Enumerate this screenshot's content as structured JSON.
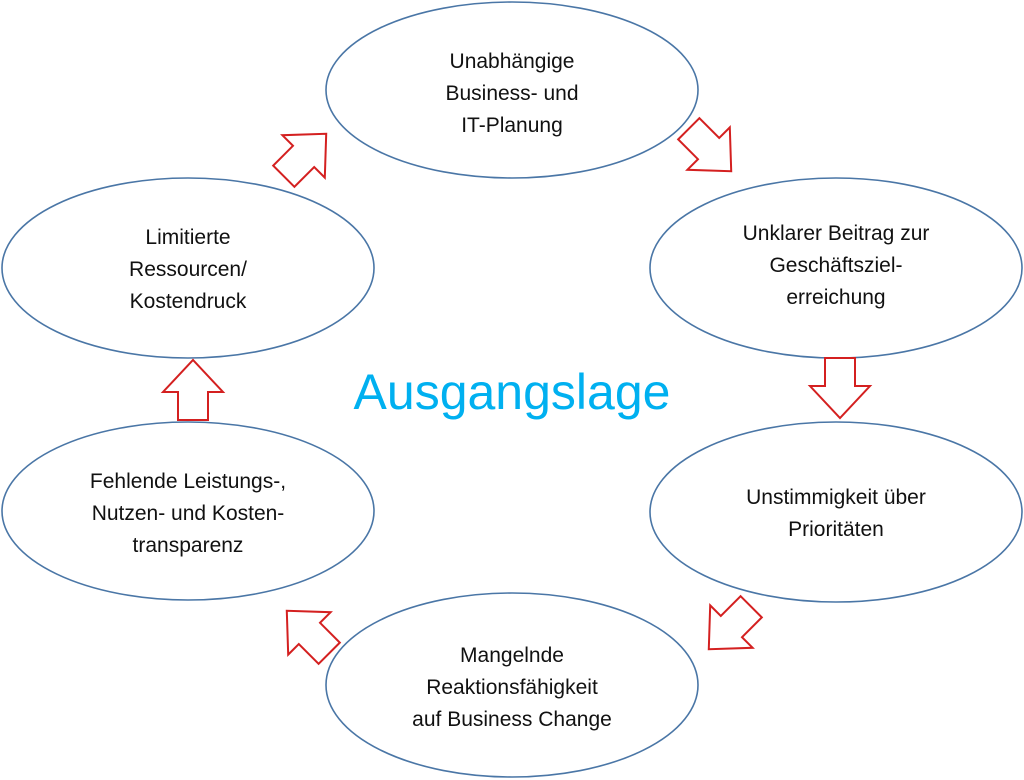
{
  "title": "Ausgangslage",
  "colors": {
    "title": "#00b0f0",
    "ellipse_stroke": "#4a76a6",
    "arrow_stroke": "#d42020"
  },
  "nodes": [
    {
      "lines": [
        "Unabhängige",
        "Business- und",
        "IT-Planung"
      ]
    },
    {
      "lines": [
        "Unklarer Beitrag zur",
        "Geschäftsziel-",
        "erreichung"
      ]
    },
    {
      "lines": [
        "Unstimmigkeit über",
        "Prioritäten"
      ]
    },
    {
      "lines": [
        "Mangelnde",
        "Reaktionsfähigkeit",
        "auf Business Change"
      ]
    },
    {
      "lines": [
        "Fehlende Leistungs-,",
        "Nutzen- und Kosten-",
        "transparenz"
      ]
    },
    {
      "lines": [
        "Limitierte",
        "Ressourcen/",
        "Kostendruck"
      ]
    }
  ]
}
